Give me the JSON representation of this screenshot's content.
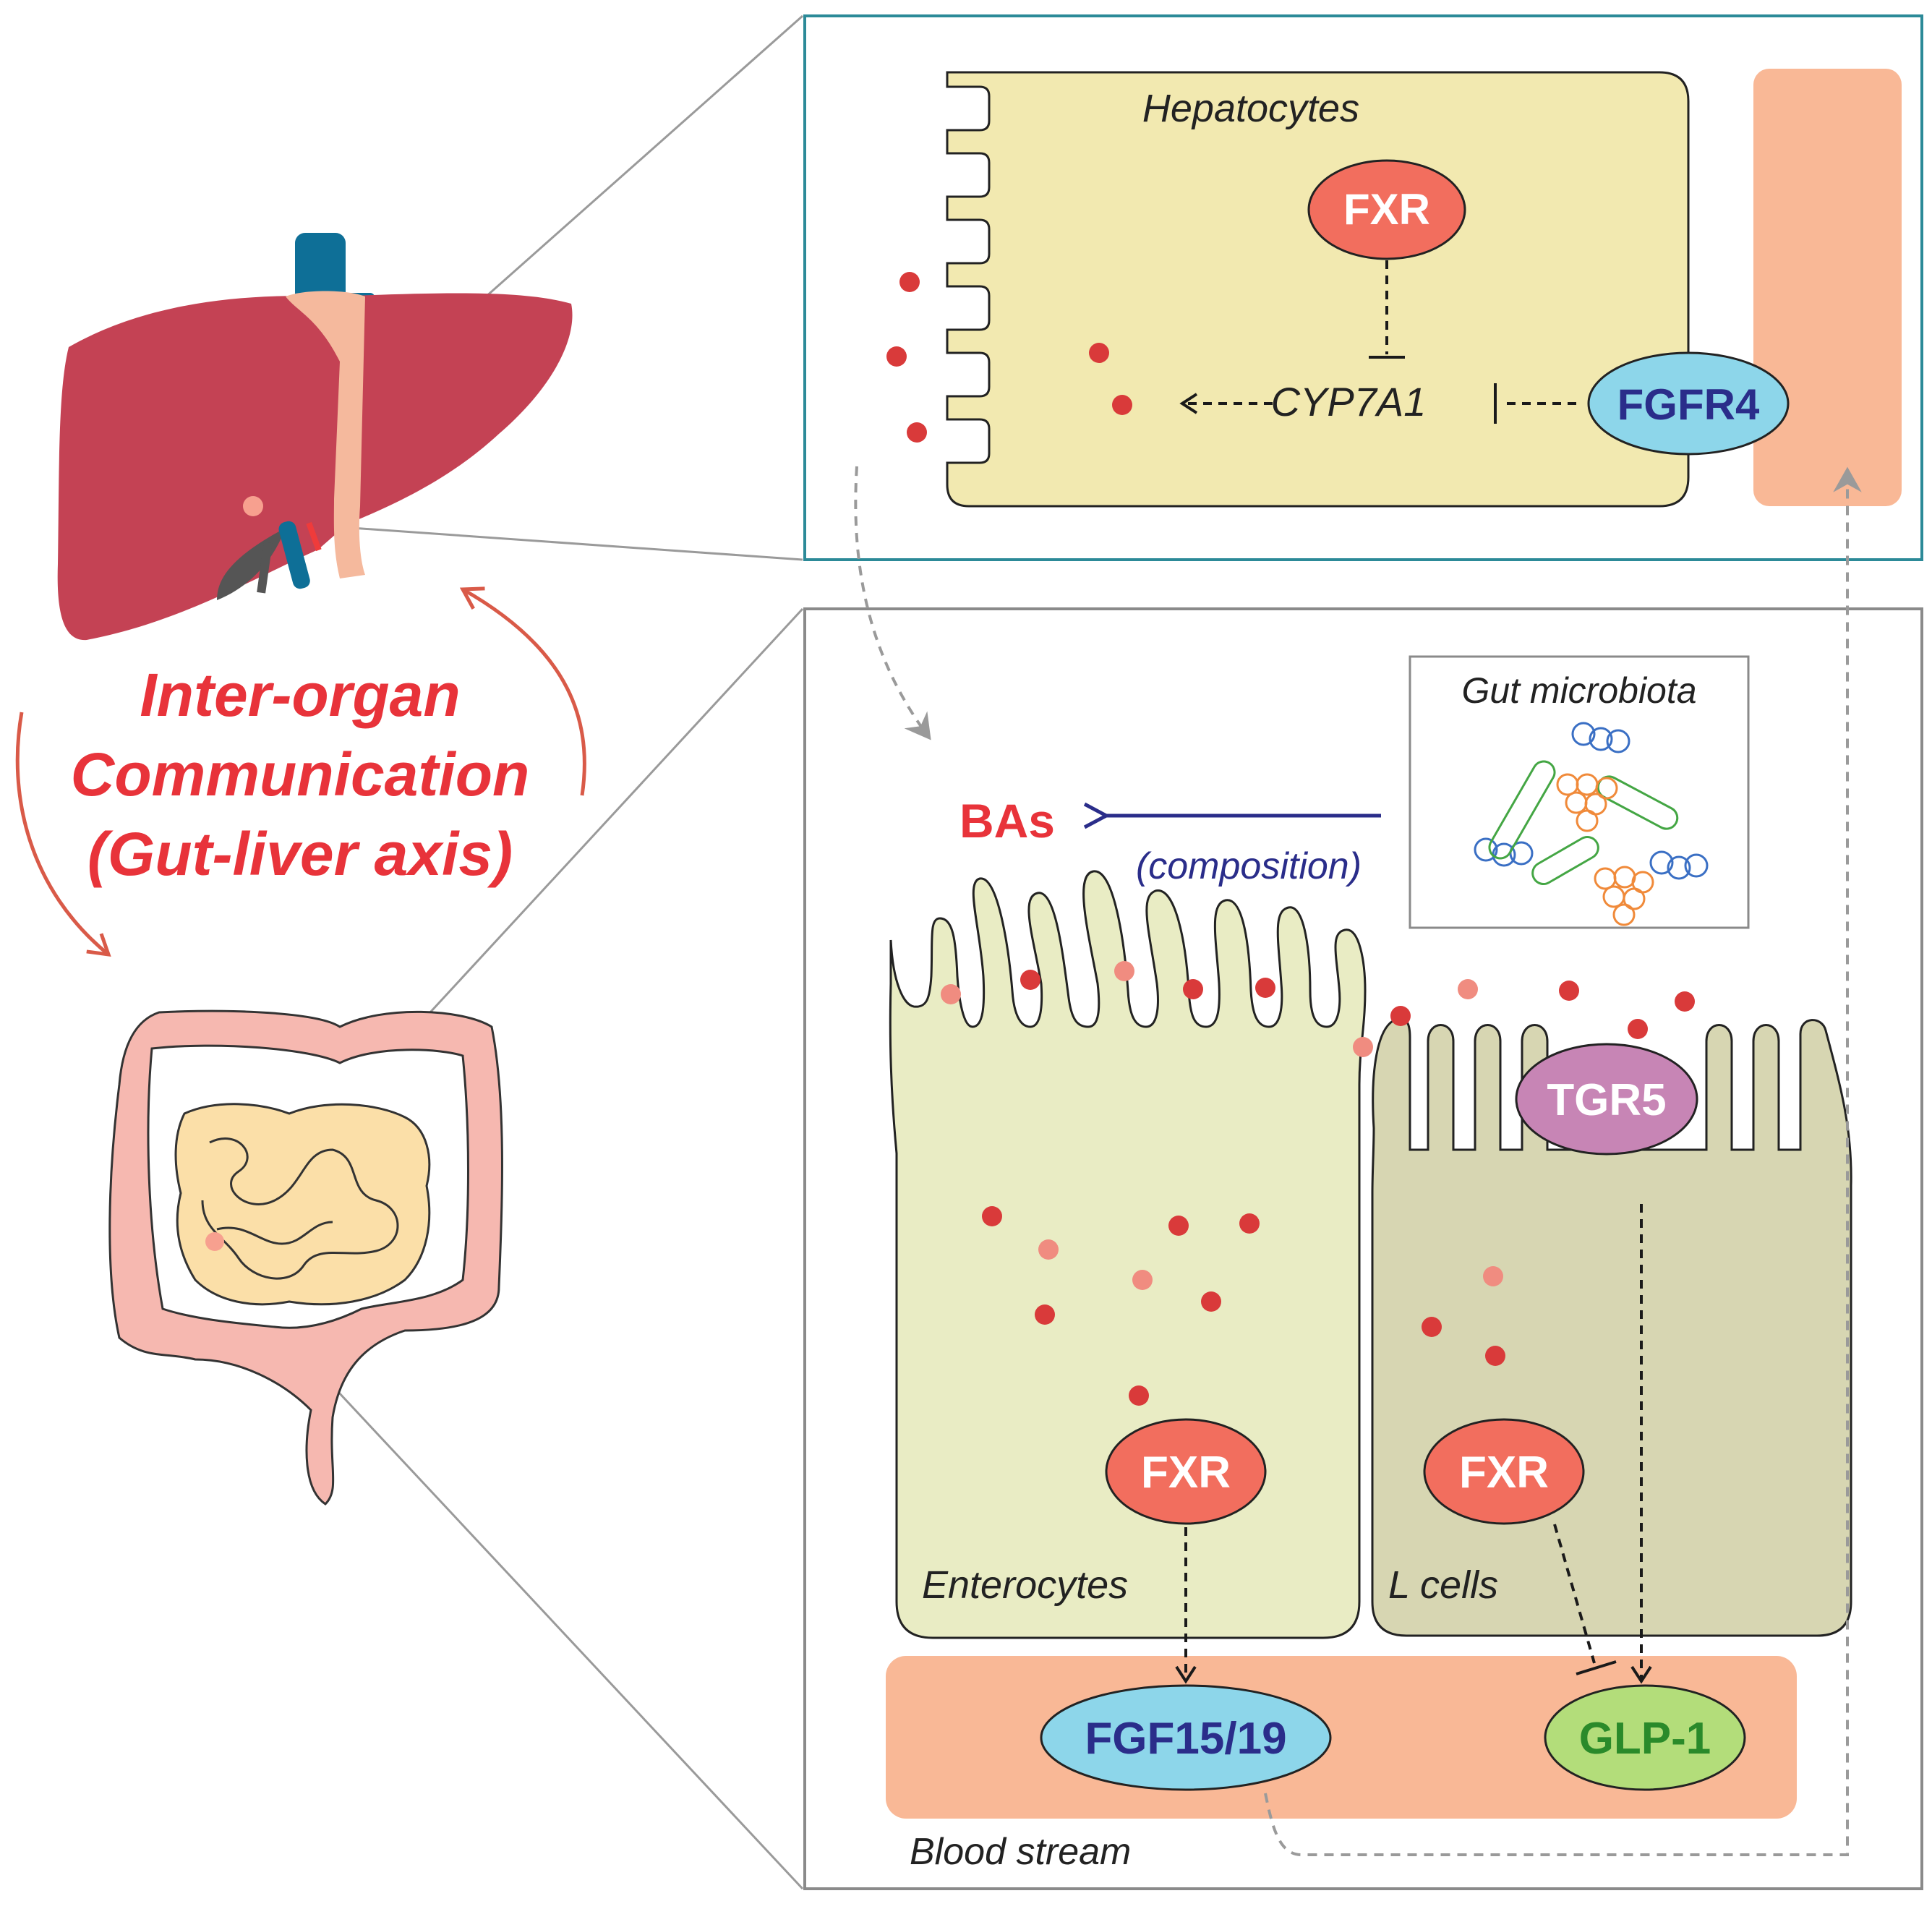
{
  "left": {
    "title_line1": "Inter-organ",
    "title_line2": "Communication",
    "title_line3": "(Gut-liver axis)",
    "liver_icon": "liver-icon",
    "intestine_icon": "intestine-icon"
  },
  "liver_panel": {
    "cell_label": "Hepatocytes",
    "receptor": "FXR",
    "gene": "CYP7A1",
    "fgfr4": "FGFR4"
  },
  "gut_panel": {
    "microbiota_label": "Gut microbiota",
    "bas_label": "BAs",
    "composition_label": "(composition)",
    "tgr5": "TGR5",
    "fxr_enterocyte": "FXR",
    "fxr_lcell": "FXR",
    "enterocytes_label": "Enterocytes",
    "lcells_label": "L cells",
    "fgf_label": "FGF15/19",
    "glp1_label": "GLP-1",
    "bloodstream_label": "Blood stream"
  },
  "colors": {
    "bile_acid_dark": "#d93a3a",
    "bile_acid_light": "#f08c80",
    "receptor_red": "#f26e5e",
    "fgfr4_blue": "#8dd6ea",
    "tgr5_purple": "#c785b5",
    "glp1_green": "#b3dd7a",
    "hepatocyte_fill": "#f2e9b0",
    "enterocyte_fill": "#e9ecc4",
    "lcell_fill": "#d7d6b2",
    "blood_fill": "#f9b896",
    "liver_panel_border": "#2c8a98",
    "accent_text": "#e8333a",
    "navy_text": "#2a2d8a"
  }
}
